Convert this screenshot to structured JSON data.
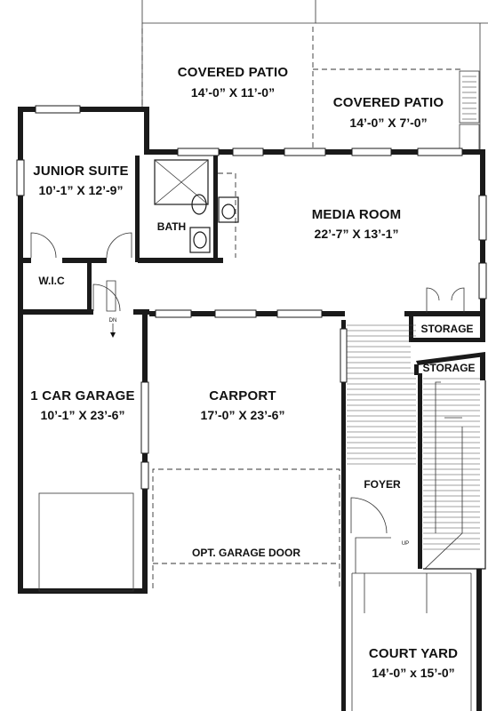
{
  "rooms": {
    "covered_patio_1": {
      "name": "COVERED PATIO",
      "dim": "14’-0” X  11’-0”"
    },
    "covered_patio_2": {
      "name": "COVERED PATIO",
      "dim": "14’-0” X  7’-0”"
    },
    "junior_suite": {
      "name": "JUNIOR SUITE",
      "dim": "10’-1” X 12’-9”"
    },
    "bath": {
      "name": "BATH"
    },
    "media_room": {
      "name": "MEDIA ROOM",
      "dim": "22’-7” X 13’-1”"
    },
    "wic": {
      "name": "W.I.C"
    },
    "storage_1": {
      "name": "STORAGE"
    },
    "storage_2": {
      "name": "STORAGE"
    },
    "garage": {
      "name": "1 CAR GARAGE",
      "dim": "10’-1” X 23’-6”"
    },
    "carport": {
      "name": "CARPORT",
      "dim": "17’-0” X 23’-6”"
    },
    "foyer": {
      "name": "FOYER"
    },
    "garage_door": {
      "name": "OPT. GARAGE DOOR"
    },
    "court_yard": {
      "name": "COURT YARD",
      "dim": "14’-0” x 15’-0”"
    }
  },
  "marks": {
    "down": "DN",
    "up": "UP"
  }
}
